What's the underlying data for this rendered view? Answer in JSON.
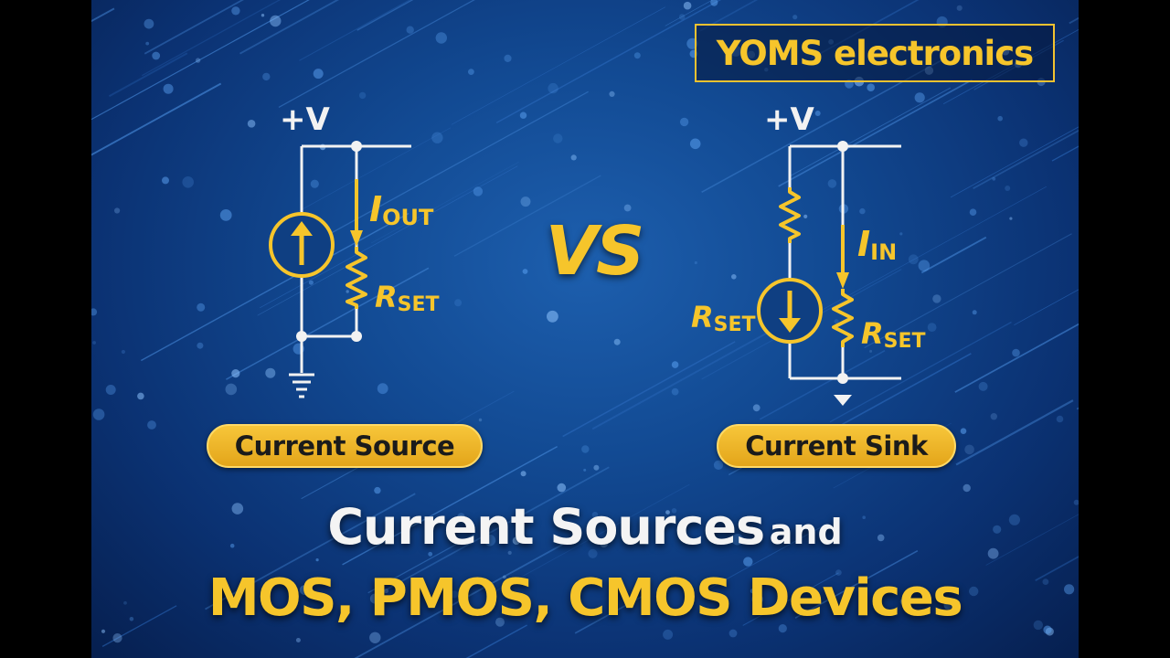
{
  "brand": "YOMS electronics",
  "vs": "VS",
  "left_circuit": {
    "supply": "+V",
    "current_symbol": "I",
    "current_subscript": "OUT",
    "resistor_symbol": "R",
    "resistor_subscript": "SET",
    "caption": "Current Source"
  },
  "right_circuit": {
    "supply": "+V",
    "current_symbol": "I",
    "current_subscript": "IN",
    "resistor_left_symbol": "R",
    "resistor_left_subscript": "SET",
    "resistor_right_symbol": "R",
    "resistor_right_subscript": "SET",
    "caption": "Current Sink"
  },
  "title": {
    "line1_main": "Current Sources",
    "line1_small": "and",
    "line2": "MOS, PMOS, CMOS Devices"
  },
  "colors": {
    "accent": "#f6c52b",
    "wire": "#f2f2f2",
    "background": "#124a93"
  }
}
